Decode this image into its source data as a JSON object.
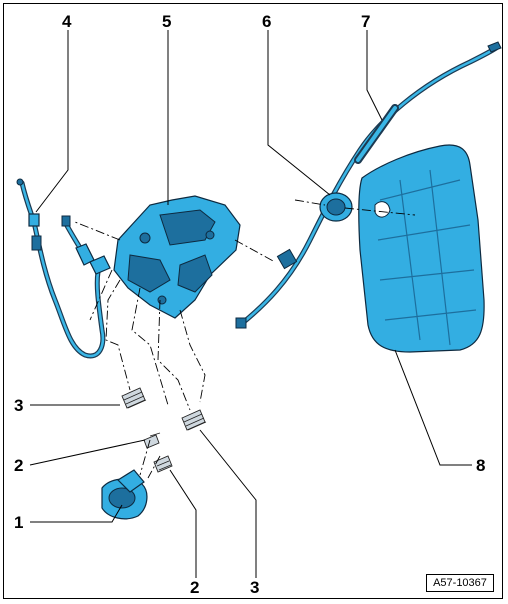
{
  "diagram": {
    "reference_code": "A57-10367",
    "callouts": [
      {
        "id": "c4",
        "label": "4"
      },
      {
        "id": "c5",
        "label": "5"
      },
      {
        "id": "c6",
        "label": "6"
      },
      {
        "id": "c7",
        "label": "7"
      },
      {
        "id": "c3a",
        "label": "3"
      },
      {
        "id": "c2a",
        "label": "2"
      },
      {
        "id": "c1",
        "label": "1"
      },
      {
        "id": "c8",
        "label": "8"
      },
      {
        "id": "c2b",
        "label": "2"
      },
      {
        "id": "c3b",
        "label": "3"
      }
    ],
    "colors": {
      "part_fill": "#33aee2",
      "part_outline": "#0d2a40",
      "frame": "#000000"
    }
  }
}
